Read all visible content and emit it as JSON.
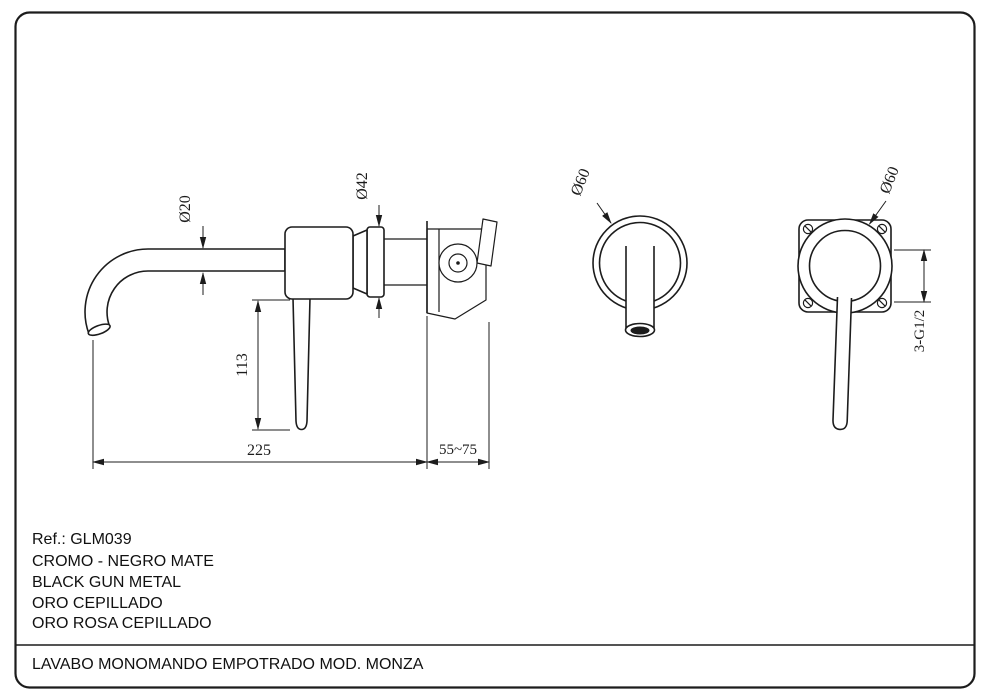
{
  "colors": {
    "ink": "#1c1c1c",
    "paper": "#ffffff"
  },
  "views": {
    "side": {
      "label": "side-view-of-wall-mounted-mixer",
      "dims": {
        "spout_diameter": "Ø20",
        "escutcheon_diameter": "Ø42",
        "handle_height": "113",
        "spout_reach": "225",
        "wall_depth": "55~75"
      }
    },
    "spout_front": {
      "label": "spout-front-view",
      "dims": {
        "plate_diameter": "Ø60"
      }
    },
    "handle_front": {
      "label": "handle-front-view",
      "dims": {
        "plate_diameter": "Ø60",
        "connections": "3-G1/2"
      }
    }
  },
  "info": {
    "reference": "Ref.: GLM039",
    "finishes": [
      "CROMO - NEGRO MATE",
      "BLACK GUN METAL",
      "ORO CEPILLADO",
      "ORO ROSA CEPILLADO"
    ],
    "product_title": "LAVABO MONOMANDO EMPOTRADO MOD. MONZA"
  }
}
